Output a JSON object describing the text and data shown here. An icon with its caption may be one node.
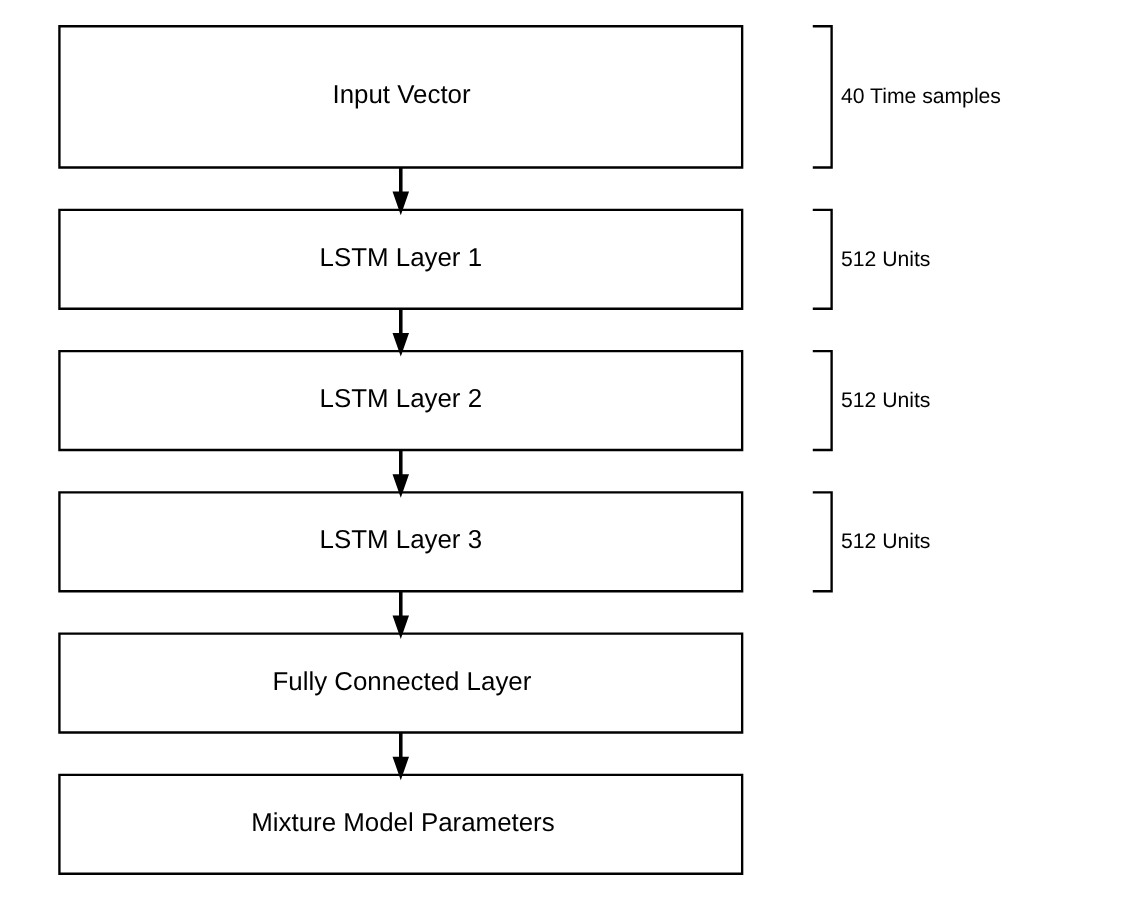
{
  "diagram": {
    "nodes": [
      {
        "text": [
          "Input Vector"
        ],
        "beside": [
          "40 Time samples"
        ]
      },
      {
        "text": [
          "LSTM Layer 1"
        ],
        "beside": [
          "512 Units"
        ]
      },
      {
        "text": [
          "LSTM Layer 2"
        ],
        "beside": [
          "512 Units"
        ]
      },
      {
        "text": [
          "LSTM Layer 3"
        ],
        "beside": [
          "512 Units"
        ]
      },
      {
        "text": [
          "Fully Connected Layer"
        ]
      },
      {
        "text": [
          "Mixture Model Parameters"
        ]
      }
    ],
    "edges": [
      {
        "from": 0,
        "to": 1,
        "arrow": "to"
      },
      {
        "from": 1,
        "to": 2,
        "arrow": "to"
      },
      {
        "from": 2,
        "to": 3,
        "arrow": "to"
      },
      {
        "from": 3,
        "to": 4,
        "arrow": "to"
      },
      {
        "from": 4,
        "to": 5,
        "arrow": "to"
      }
    ]
  }
}
